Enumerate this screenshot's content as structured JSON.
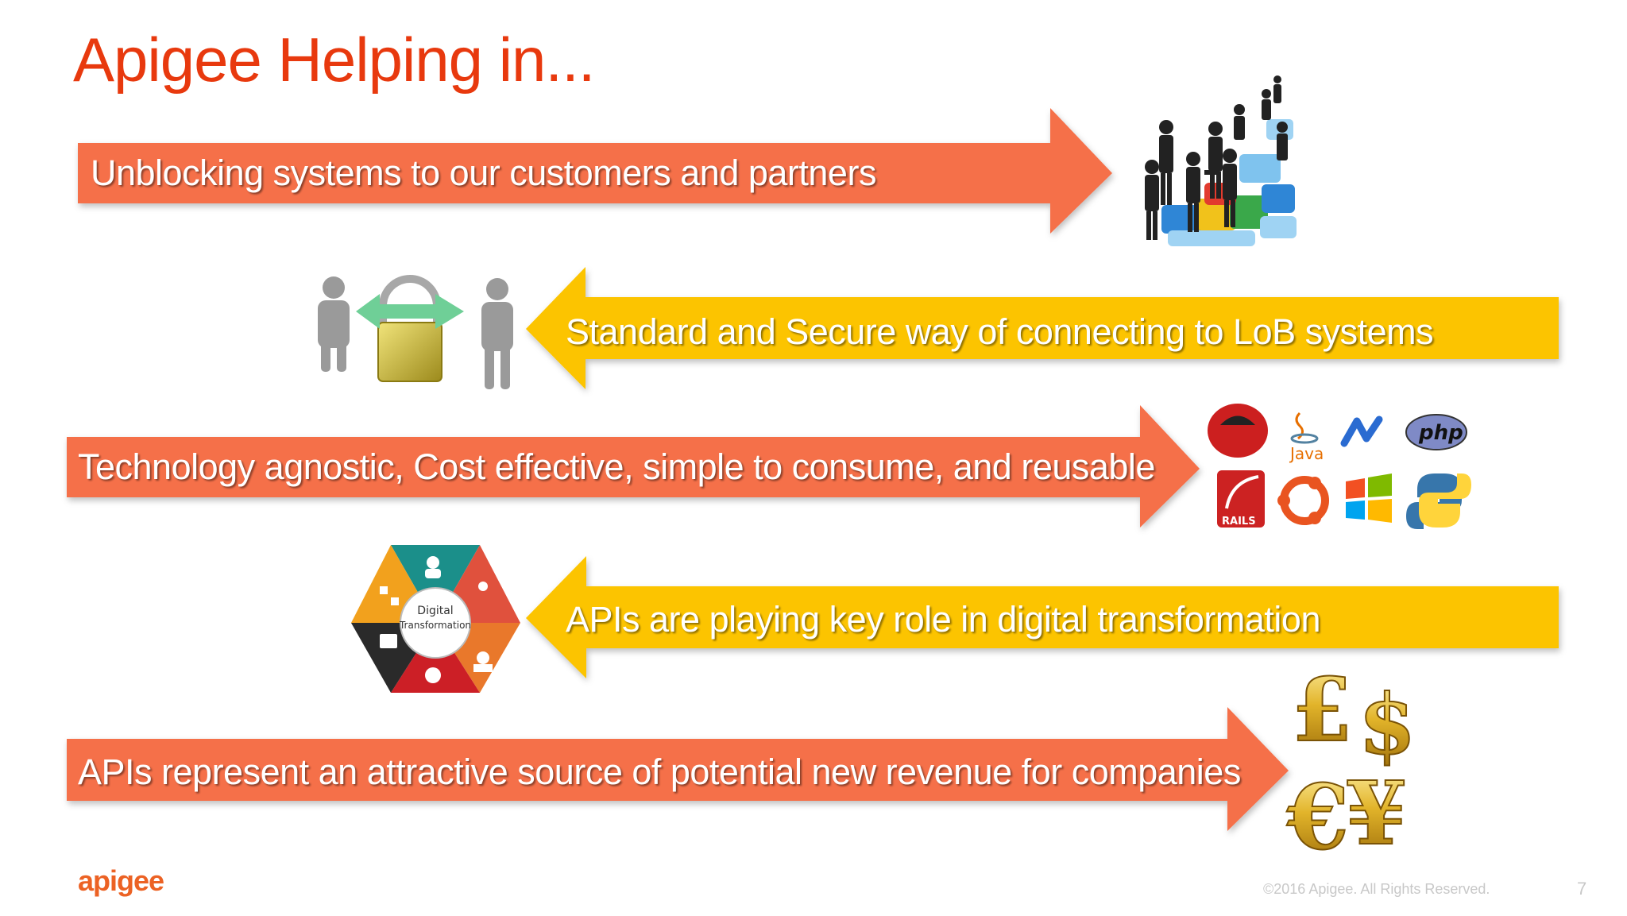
{
  "slide": {
    "title": "Apigee Helping in...",
    "accent_color": "#e8390e",
    "orange_arrow_color": "#f5704a",
    "yellow_arrow_color": "#fcc400"
  },
  "arrows": [
    {
      "text": "Unblocking systems to our customers and partners",
      "direction": "right",
      "color": "orange",
      "icon": "business-people-puzzle-icon"
    },
    {
      "text": "Standard and Secure way of connecting to LoB systems",
      "direction": "left",
      "color": "yellow",
      "icon": "secure-connection-padlock-icon"
    },
    {
      "text": "Technology agnostic, Cost effective, simple to consume, and reusable",
      "direction": "right",
      "color": "orange",
      "icon": "technology-logos-icon"
    },
    {
      "text": "APIs are playing key role in digital transformation",
      "direction": "left",
      "color": "yellow",
      "icon": "digital-transformation-hexagon-icon"
    },
    {
      "text": "APIs represent an attractive source of potential new revenue for companies",
      "direction": "right",
      "color": "orange",
      "icon": "currency-symbols-icon"
    }
  ],
  "digital_transformation": {
    "line1": "Digital",
    "line2": "Transformation"
  },
  "tech_logos": {
    "java": "Java",
    "php": "php",
    "rails": "RAILS"
  },
  "currency": {
    "pound": "£",
    "dollar": "$",
    "euro": "€",
    "yen": "¥"
  },
  "footer": {
    "logo": "apigee",
    "copyright": "©2016 Apigee. All Rights Reserved.",
    "page_number": "7"
  }
}
